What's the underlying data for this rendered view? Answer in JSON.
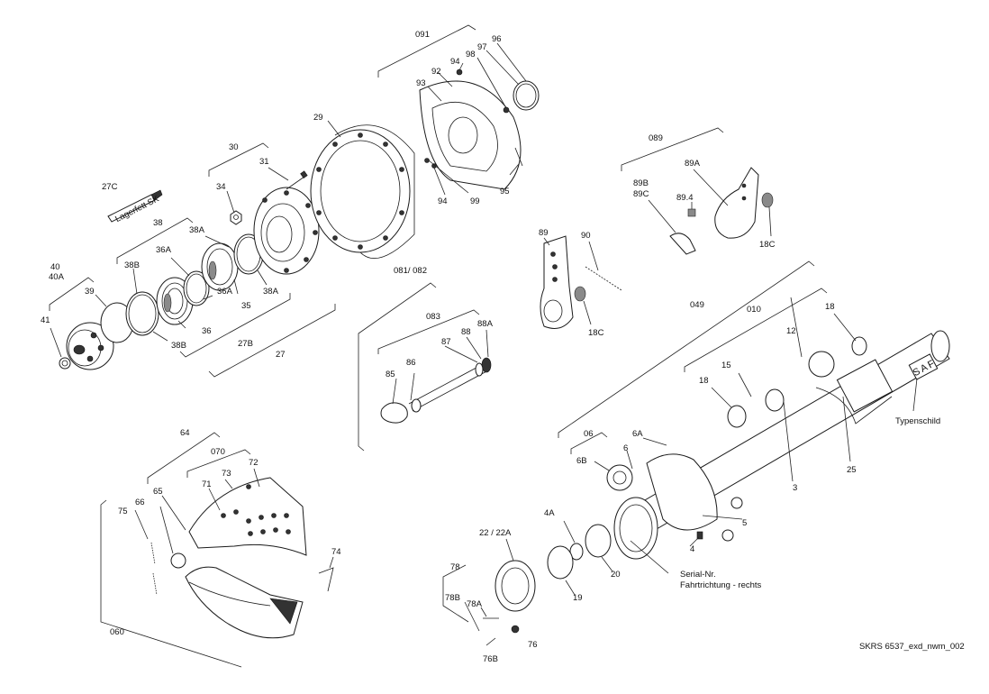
{
  "drawing_ref": "SKRS 6537_exd_nwm_002",
  "notes": {
    "serial": "Serial-Nr.",
    "direction": "Fahrtrichtung - rechts",
    "type_plate": "Typenschild",
    "grease": "Lagerfett SK",
    "brand": "SAF"
  },
  "labels": {
    "l091": "091",
    "l96": "96",
    "l97": "97",
    "l98": "98",
    "l94a": "94",
    "l92": "92",
    "l93": "93",
    "l29": "29",
    "l95": "95",
    "l94b": "94",
    "l99": "99",
    "l30": "30",
    "l31": "31",
    "l34": "34",
    "l27c": "27C",
    "l38": "38",
    "l38a1": "38A",
    "l36a1": "36A",
    "l38b1": "38B",
    "l40": "40",
    "l40a": "40A",
    "l39": "39",
    "l41": "41",
    "l36a2": "36A",
    "l35": "35",
    "l38a2": "38A",
    "l36": "36",
    "l38b2": "38B",
    "l27b": "27B",
    "l27": "27",
    "l081": "081/  082",
    "l083": "083",
    "l88a": "88A",
    "l88": "88",
    "l87": "87",
    "l85": "85",
    "l86": "86",
    "l089": "089",
    "l89a": "89A",
    "l89b": "89B",
    "l89c": "89C",
    "l894": "89.4",
    "l18c1": "18C",
    "l89": "89",
    "l90": "90",
    "l18c2": "18C",
    "l049": "049",
    "l010": "010",
    "l18a": "18",
    "l12": "12",
    "l15": "15",
    "l18b": "18",
    "l3": "3",
    "l25": "25",
    "l06": "06",
    "l6": "6",
    "l6a": "6A",
    "l6b": "6B",
    "l5": "5",
    "l4": "4",
    "l4a": "4A",
    "l22": "22 / 22A",
    "l19": "19",
    "l20": "20",
    "l78": "78",
    "l78a": "78A",
    "l78b": "78B",
    "l76": "76",
    "l76b": "76B",
    "l64": "64",
    "l070": "070",
    "l72": "72",
    "l73": "73",
    "l65": "65",
    "l71": "71",
    "l66": "66",
    "l75": "75",
    "l74": "74",
    "l060": "060"
  },
  "chart_data": {
    "type": "exploded-parts-diagram",
    "assemblies": [
      "091",
      "30",
      "38",
      "40",
      "40A",
      "27",
      "27B",
      "081/  082",
      "083",
      "089",
      "049",
      "010",
      "06",
      "78",
      "64",
      "070",
      "060"
    ]
  }
}
